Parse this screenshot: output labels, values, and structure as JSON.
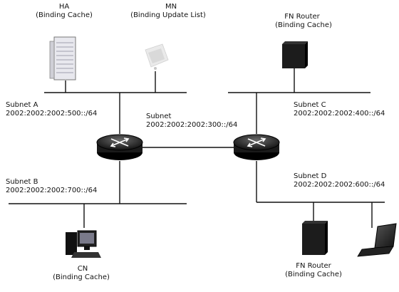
{
  "nodes": {
    "ha": {
      "name": "HA",
      "role": "(Binding Cache)"
    },
    "mn": {
      "name": "MN",
      "role": "(Binding Update List)"
    },
    "fn_router_top": {
      "name": "FN Router",
      "role": "(Binding Cache)"
    },
    "cn": {
      "name": "CN",
      "role": "(Binding Cache)"
    },
    "fn_router_bottom": {
      "name": "FN Router",
      "role": "(Binding Cache)"
    }
  },
  "subnets": {
    "a": {
      "name": "Subnet A",
      "prefix": "2002:2002:2002:500::/64"
    },
    "b": {
      "name": "Subnet B",
      "prefix": "2002:2002:2002:700::/64"
    },
    "c": {
      "name": "Subnet C",
      "prefix": "2002:2002:2002:400::/64"
    },
    "d": {
      "name": "Subnet D",
      "prefix": "2002:2002:2002:600::/64"
    },
    "center": {
      "name": "Subnet",
      "prefix": "2002:2002:2002:300::/64"
    }
  }
}
